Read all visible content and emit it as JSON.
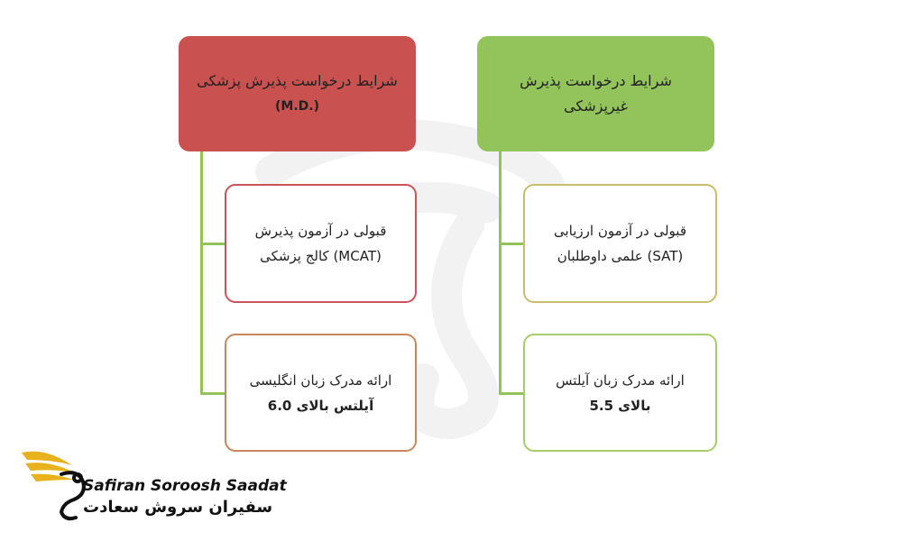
{
  "left": {
    "header_line1": "شرایط درخواست پذیرش پزشکی",
    "header_line2": "(M.D.)",
    "item1_line1": "قبولی در آزمون پذیرش",
    "item1_line2": "کالج پزشکی (MCAT)",
    "item2_line1": "ارائه مدرک زبان انگلیسی",
    "item2_line2": "آیلتس بالای 6.0"
  },
  "right": {
    "header_line1": "شرایط درخواست پذیرش",
    "header_line2": "غیرپزشکی",
    "item1_line1": "قبولی در آزمون ارزیابی",
    "item1_line2": "علمی داوطلبان (SAT)",
    "item2_line1": "ارائه مدرک زبان آیلتس",
    "item2_line2": "بالای 5.5"
  },
  "logo": {
    "name_en": "Safiran Soroosh Saadat",
    "name_fa": "سفیران سروش سعادت"
  },
  "colors": {
    "left_header": "#c9514f",
    "right_header": "#93c45b",
    "connector": "#92c45a"
  }
}
